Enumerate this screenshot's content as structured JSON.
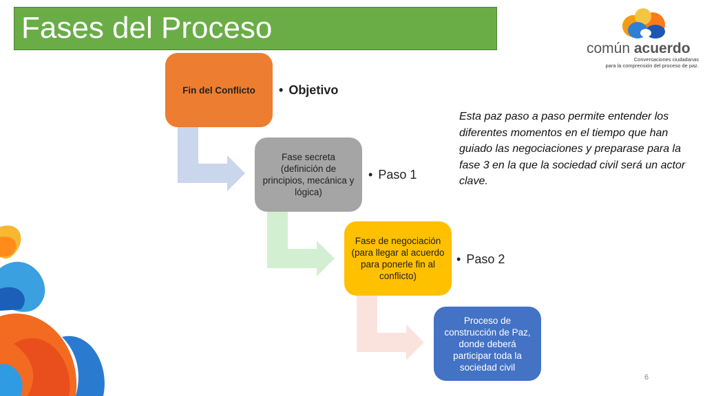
{
  "slide": {
    "title": "Fases del Proceso",
    "page_number": "6"
  },
  "logo": {
    "name_light": "común ",
    "name_bold": "acuerdo",
    "tagline_1": "Conversaciones ciudadanas",
    "tagline_2": "para la comprensión del proceso de paz."
  },
  "steps": [
    {
      "label": "Fin del Conflicto",
      "bullet": "Objetivo",
      "color": "#ed7d31"
    },
    {
      "label": "Fase secreta (definición de principios, mecánica y lógica)",
      "bullet": "Paso 1",
      "color": "#a5a5a5"
    },
    {
      "label": "Fase de negociación (para llegar al acuerdo para ponerle fin al conflicto)",
      "bullet": "Paso 2",
      "color": "#ffc000"
    },
    {
      "label": "Proceso de construcción de Paz, donde deberá participar toda la sociedad civil",
      "color": "#4472c4"
    }
  ],
  "bullet_symbol": "•",
  "note": "Esta paz paso a paso permite entender los diferentes momentos en el tiempo que han guiado las negociaciones y preparase para la fase 3 en la que la sociedad civil será un actor clave."
}
